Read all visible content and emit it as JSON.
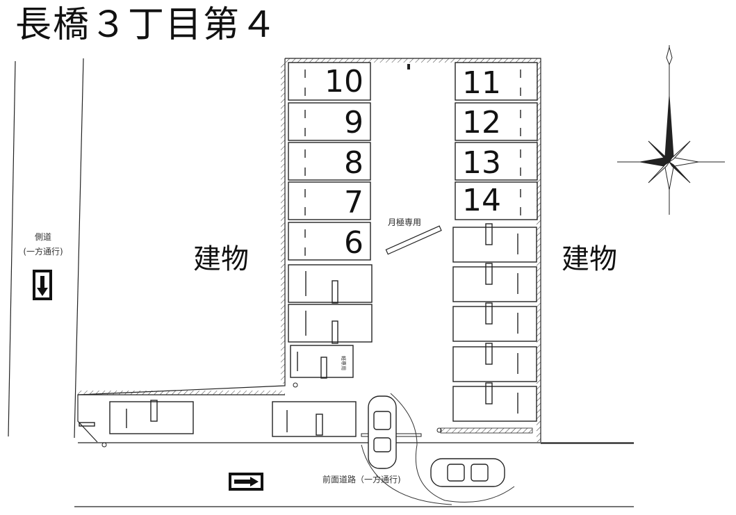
{
  "title": "長橋３丁目第４",
  "buildings": {
    "left": "建物",
    "right": "建物"
  },
  "left_spaces": [
    "10",
    "9",
    "8",
    "7",
    "6"
  ],
  "right_spaces": [
    "11",
    "12",
    "13",
    "14"
  ],
  "monthly_only_label": "月極専用",
  "small_reserved_label": "軽専用",
  "side_road": {
    "label_line1": "側道",
    "label_line2": "(一方通行)"
  },
  "front_road": {
    "label": "前面道路（一方通行)"
  },
  "icons": {
    "compass": "compass-rose-icon",
    "arrow_down": "arrow-down-sign-icon",
    "arrow_right": "arrow-right-sign-icon",
    "car": "car-icon"
  }
}
